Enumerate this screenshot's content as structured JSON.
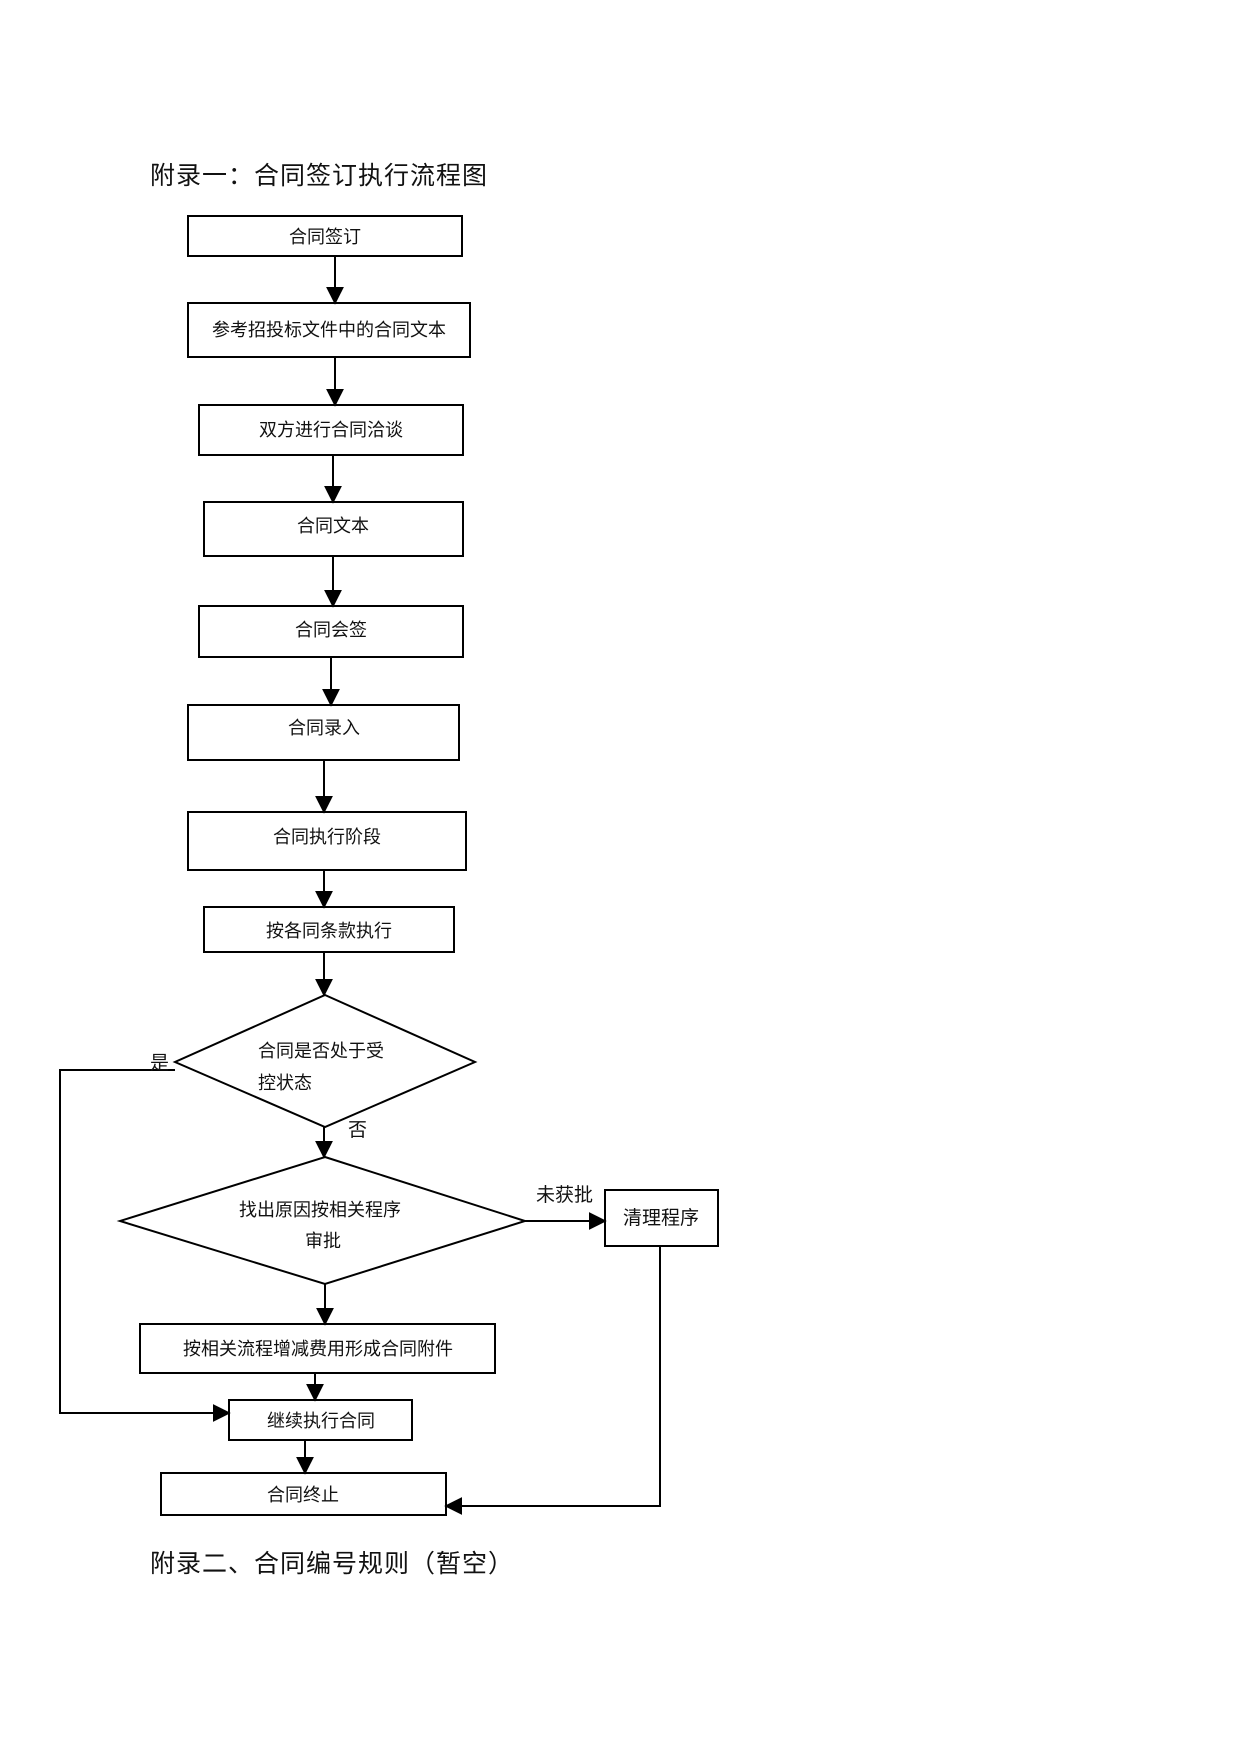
{
  "title": "附录一：合同签订执行流程图",
  "appendix2": "附录二、合同编号规则（暂空）",
  "nodes": {
    "sign": "合同签订",
    "reference": "参考招投标文件中的合同文本",
    "negotiate": "双方进行合同洽谈",
    "text": "合同文本",
    "countersign": "合同会签",
    "entry": "合同录入",
    "execution": "合同执行阶段",
    "by_terms": "按各同条款执行",
    "controlled_line1": "合同是否处于受",
    "controlled_line2": "控状态",
    "find_cause_line1": "找出原因按相关程序",
    "find_cause_line2": "审批",
    "cleanup": "清理程序",
    "attachment": "按相关流程增减费用形成合同附件",
    "continue": "继续执行合同",
    "terminate": "合同终止"
  },
  "edge_labels": {
    "yes": "是",
    "no": "否",
    "not_approved": "未获批"
  }
}
